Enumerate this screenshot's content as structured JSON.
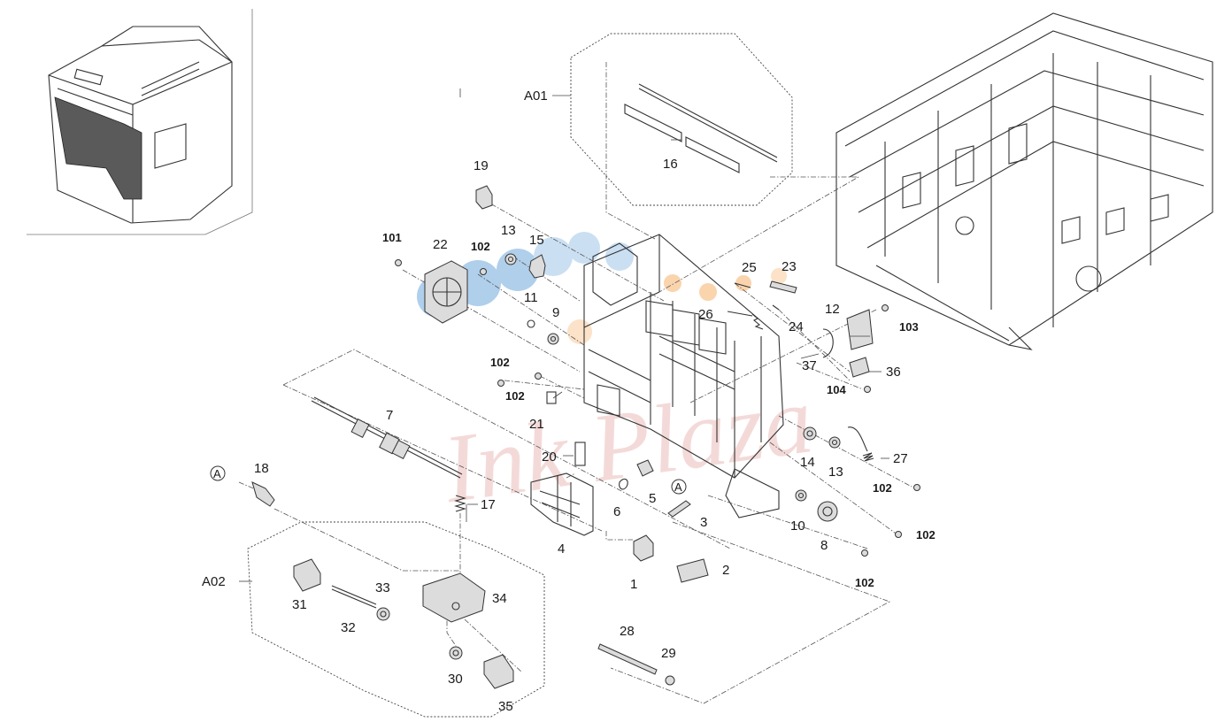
{
  "diagram": {
    "labels": [
      {
        "id": "A01",
        "text": "A01"
      },
      {
        "id": "A02",
        "text": "A02"
      },
      {
        "id": "p1",
        "text": "1"
      },
      {
        "id": "p2",
        "text": "2"
      },
      {
        "id": "p3",
        "text": "3"
      },
      {
        "id": "p4",
        "text": "4"
      },
      {
        "id": "p5",
        "text": "5"
      },
      {
        "id": "p6",
        "text": "6"
      },
      {
        "id": "p7",
        "text": "7"
      },
      {
        "id": "p8",
        "text": "8"
      },
      {
        "id": "p9",
        "text": "9"
      },
      {
        "id": "p10",
        "text": "10"
      },
      {
        "id": "p11",
        "text": "11"
      },
      {
        "id": "p12",
        "text": "12"
      },
      {
        "id": "p13a",
        "text": "13"
      },
      {
        "id": "p13b",
        "text": "13"
      },
      {
        "id": "p14",
        "text": "14"
      },
      {
        "id": "p15",
        "text": "15"
      },
      {
        "id": "p16",
        "text": "16"
      },
      {
        "id": "p17",
        "text": "17"
      },
      {
        "id": "p18",
        "text": "18"
      },
      {
        "id": "p19",
        "text": "19"
      },
      {
        "id": "p20",
        "text": "20"
      },
      {
        "id": "p21",
        "text": "21"
      },
      {
        "id": "p22",
        "text": "22"
      },
      {
        "id": "p23",
        "text": "23"
      },
      {
        "id": "p24",
        "text": "24"
      },
      {
        "id": "p25",
        "text": "25"
      },
      {
        "id": "p26",
        "text": "26"
      },
      {
        "id": "p27",
        "text": "27"
      },
      {
        "id": "p28",
        "text": "28"
      },
      {
        "id": "p29",
        "text": "29"
      },
      {
        "id": "p30",
        "text": "30"
      },
      {
        "id": "p31",
        "text": "31"
      },
      {
        "id": "p32",
        "text": "32"
      },
      {
        "id": "p33",
        "text": "33"
      },
      {
        "id": "p34",
        "text": "34"
      },
      {
        "id": "p35",
        "text": "35"
      },
      {
        "id": "p36",
        "text": "36"
      },
      {
        "id": "p37",
        "text": "37"
      },
      {
        "id": "s101",
        "text": "101"
      },
      {
        "id": "s102a",
        "text": "102"
      },
      {
        "id": "s102b",
        "text": "102"
      },
      {
        "id": "s102c",
        "text": "102"
      },
      {
        "id": "s102d",
        "text": "102"
      },
      {
        "id": "s102e",
        "text": "102"
      },
      {
        "id": "s102f",
        "text": "102"
      },
      {
        "id": "s103",
        "text": "103"
      },
      {
        "id": "s104",
        "text": "104"
      }
    ],
    "circle_markers": [
      {
        "id": "markA1",
        "text": "A"
      },
      {
        "id": "markA2",
        "text": "A"
      }
    ],
    "watermark": {
      "text": "Ink Plaza",
      "color": "#c0392b"
    },
    "colors": {
      "line": "#333333",
      "dot_blue": "#6fa8dc",
      "dot_orange": "#f6b26b"
    }
  }
}
